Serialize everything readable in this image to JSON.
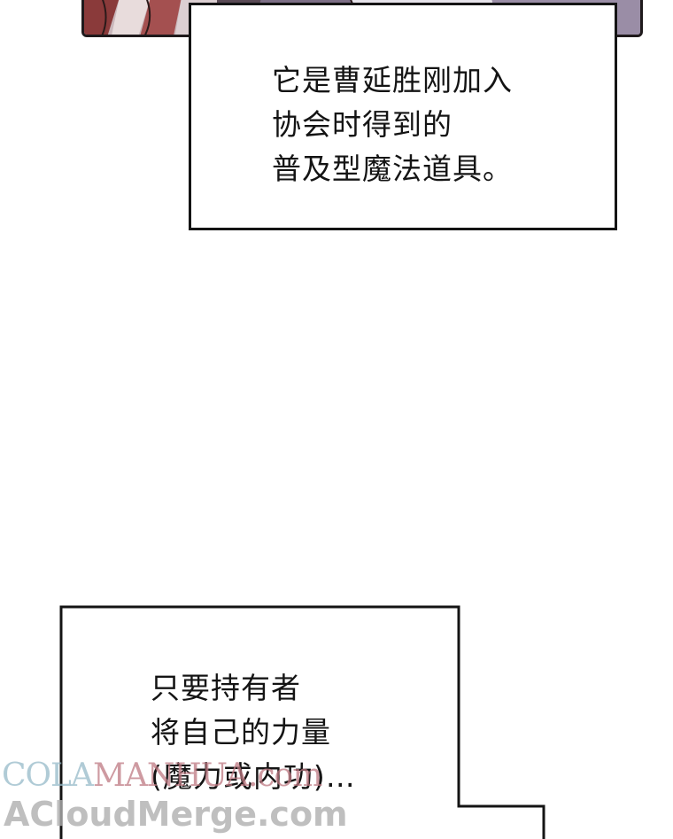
{
  "caption_top": {
    "lines": [
      "它是曹延胜刚加入",
      "协会时得到的",
      "普及型魔法道具。"
    ]
  },
  "caption_bottom": {
    "lines": [
      "只要持有者",
      "将自己的力量",
      "(魔力或内功)…"
    ]
  },
  "watermark": {
    "line1_part1": "COLA",
    "line1_part2": "MANHUA.com",
    "line2": "ACloudMerge.com"
  },
  "colors": {
    "ink": "#141414",
    "art_background": "#7d6f86",
    "art_hair": "#8a3a3a"
  }
}
